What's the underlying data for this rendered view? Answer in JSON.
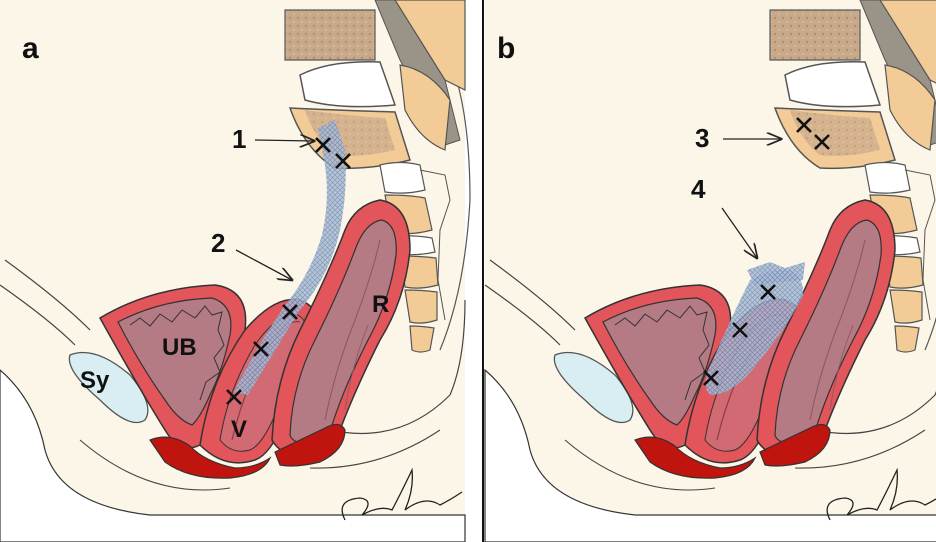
{
  "panels": [
    {
      "letter": "a",
      "markers": [
        "1",
        "2"
      ],
      "organs": {
        "bladder": "UB",
        "symphysis": "Sy",
        "vagina": "V",
        "rectum": "R"
      }
    },
    {
      "letter": "b",
      "markers": [
        "3",
        "4"
      ]
    }
  ],
  "colors": {
    "background": "#fbf6e8",
    "bone": "#f2cb97",
    "disc": "#ffffff",
    "organ_wall": "#e2555b",
    "organ_inner": "#b57b84",
    "mesh": "#8fa6c8",
    "symphysis": "#d8eef2",
    "red_tissue": "#c0140f"
  },
  "signature_icon": "artist-signature"
}
